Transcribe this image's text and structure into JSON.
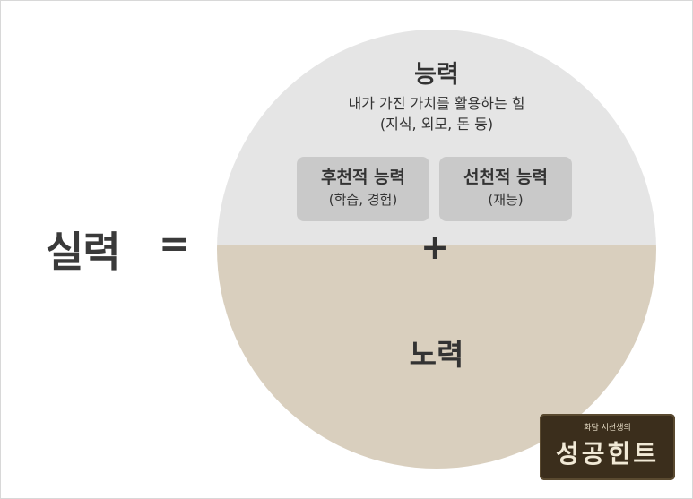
{
  "equation": {
    "left": "실력",
    "equals": "="
  },
  "ability": {
    "title": "능력",
    "description_line1": "내가 가진 가치를 활용하는 힘",
    "description_line2": "(지식, 외모, 돈 등)",
    "acquired": {
      "title": "후천적 능력",
      "subtitle": "(학습, 경험)"
    },
    "innate": {
      "title": "선천적 능력",
      "subtitle": "(재능)"
    }
  },
  "plus": "+",
  "effort": {
    "title": "노력"
  },
  "logo": {
    "small_text": "화담 서선생의",
    "big_text": "성공힌트"
  },
  "colors": {
    "ability_half": "#e5e5e5",
    "effort_half": "#d9cfbe",
    "box_fill": "#c9c9c9",
    "logo_bg": "#3b2e1c"
  }
}
